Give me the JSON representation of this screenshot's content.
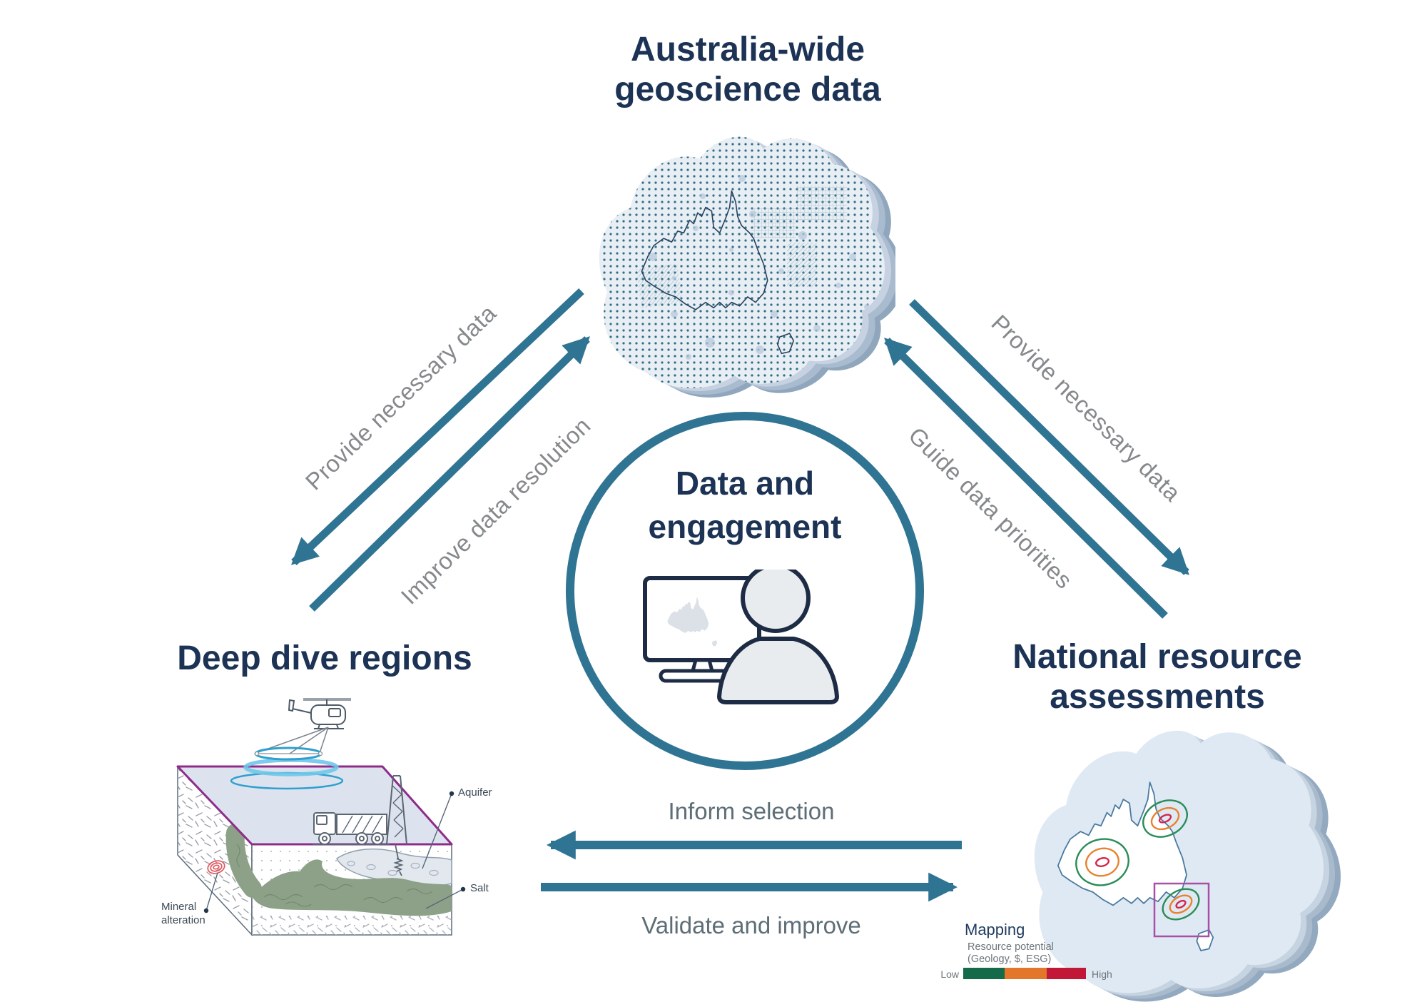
{
  "diagram": {
    "nodes": {
      "top": {
        "title": "Australia-wide\ngeoscience data"
      },
      "center": {
        "title": "Data and\nengagement"
      },
      "bottom_left": {
        "title": "Deep dive regions"
      },
      "bottom_right": {
        "title": "National resource\nassessments"
      }
    },
    "flows": {
      "top_to_deep_dive": "Provide necessary data",
      "deep_dive_to_top": "Improve data resolution",
      "top_to_assessments": "Provide necessary data",
      "assessments_to_top": "Guide data priorities",
      "assessments_to_deep_dive": "Inform selection",
      "deep_dive_to_assessments": "Validate and improve"
    },
    "deep_dive_block": {
      "labels": {
        "aquifer": "Aquifer",
        "salt": "Salt",
        "mineral_alteration": "Mineral\nalteration"
      }
    },
    "assessments_map": {
      "legend": {
        "title": "Mapping",
        "subtitle_line1": "Resource potential",
        "subtitle_line2": "(Geology, $, ESG)",
        "scale_low": "Low",
        "scale_high": "High"
      }
    },
    "colors": {
      "navy_title": "#1c3355",
      "teal_arrow": "#2f7492",
      "label_gray": "#85898c",
      "label_slate": "#5e6e76",
      "map_dot_teal": "#2b7183",
      "legend_green": "#156a49",
      "legend_orange": "#e2762b",
      "legend_red": "#c21837",
      "contour_green": "#2a8c57",
      "contour_orange": "#e8822e",
      "contour_red": "#d6254d",
      "highlight_purple": "#a750a8",
      "block_edge_purple": "#8e2c8a",
      "sensor_blue": "#2f9fd0",
      "salt_green": "#8da188",
      "alteration_red": "#e0565e"
    }
  }
}
